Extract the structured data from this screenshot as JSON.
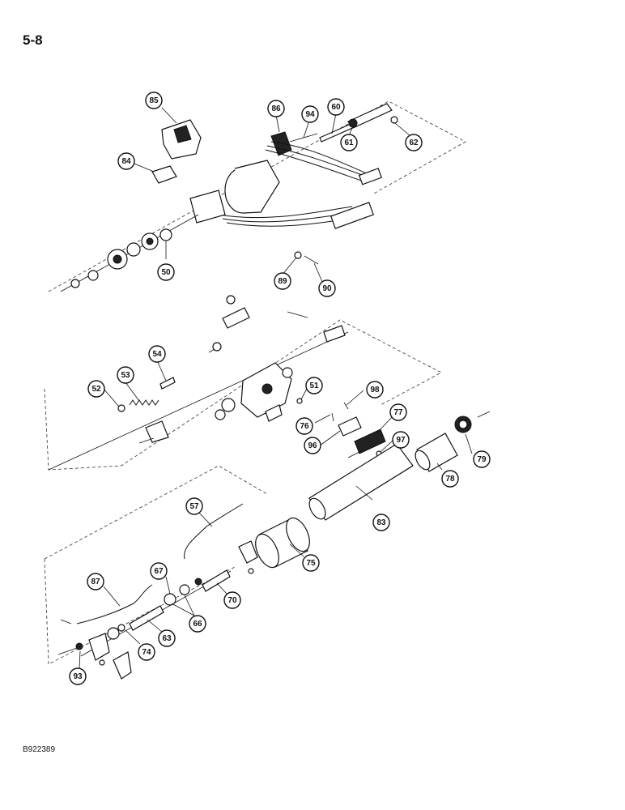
{
  "page_number": "5-8",
  "figure_code": "B922389",
  "callouts": [
    {
      "id": "85",
      "label": "85"
    },
    {
      "id": "84",
      "label": "84"
    },
    {
      "id": "86",
      "label": "86"
    },
    {
      "id": "94",
      "label": "94"
    },
    {
      "id": "60",
      "label": "60"
    },
    {
      "id": "61",
      "label": "61"
    },
    {
      "id": "62",
      "label": "62"
    },
    {
      "id": "50",
      "label": "50"
    },
    {
      "id": "89",
      "label": "89"
    },
    {
      "id": "90",
      "label": "90"
    },
    {
      "id": "54",
      "label": "54"
    },
    {
      "id": "53",
      "label": "53"
    },
    {
      "id": "52",
      "label": "52"
    },
    {
      "id": "51",
      "label": "51"
    },
    {
      "id": "98",
      "label": "98"
    },
    {
      "id": "76",
      "label": "76"
    },
    {
      "id": "77",
      "label": "77"
    },
    {
      "id": "96",
      "label": "96"
    },
    {
      "id": "97",
      "label": "97"
    },
    {
      "id": "79",
      "label": "79"
    },
    {
      "id": "78",
      "label": "78"
    },
    {
      "id": "83",
      "label": "83"
    },
    {
      "id": "57",
      "label": "57"
    },
    {
      "id": "75",
      "label": "75"
    },
    {
      "id": "87",
      "label": "87"
    },
    {
      "id": "67",
      "label": "67"
    },
    {
      "id": "70",
      "label": "70"
    },
    {
      "id": "66",
      "label": "66"
    },
    {
      "id": "63",
      "label": "63"
    },
    {
      "id": "74",
      "label": "74"
    },
    {
      "id": "93",
      "label": "93"
    }
  ]
}
